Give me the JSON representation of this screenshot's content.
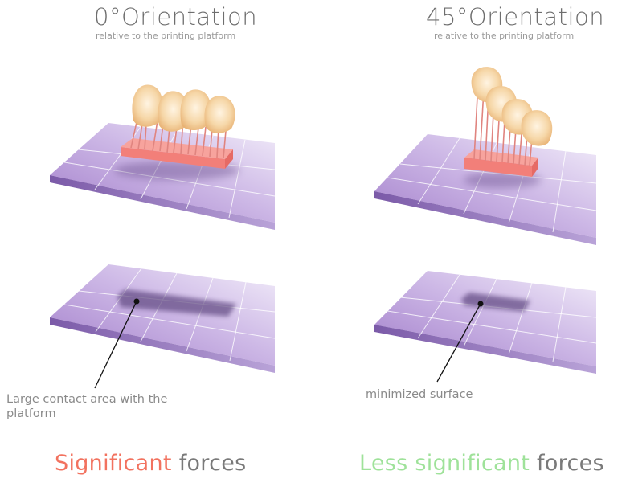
{
  "left_panel": {
    "title": "0°Orientation",
    "subtitle": "relative to the printing platform",
    "caption": "Large contact area with the platform",
    "result_highlight": "Significant",
    "result_rest": "forces"
  },
  "right_panel": {
    "title": "45°Orientation",
    "subtitle": "relative to the printing platform",
    "caption": "minimized surface",
    "result_highlight": "Less significant",
    "result_rest": "forces"
  },
  "colors": {
    "platform_light": "#efe7f8",
    "platform_dark": "#a783cf",
    "base_block": "#f48c86",
    "supports": "#e8908c",
    "teeth": "#f6d09a",
    "highlight_red": "#f2725f",
    "highlight_green": "#9fe29a"
  }
}
